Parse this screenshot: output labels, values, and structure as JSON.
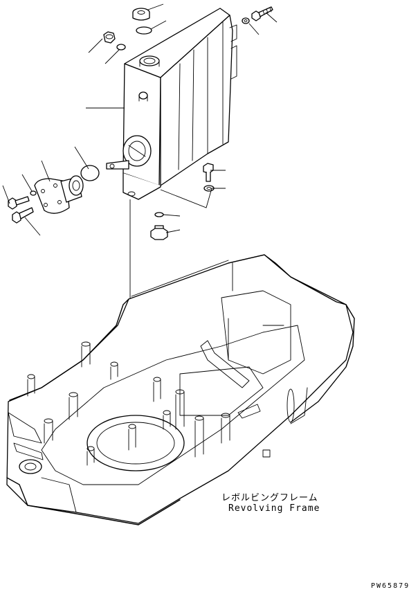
{
  "diagram": {
    "caption_jp": "レボルビングフレーム",
    "caption_en": "Revolving Frame",
    "drawing_number": "PW65879"
  },
  "colors": {
    "line": "#000000",
    "background": "#ffffff"
  },
  "parts": [
    "tank-cap-icon",
    "cap-gasket-icon",
    "filler-plug-icon",
    "o-ring-icon",
    "hydraulic-tank-icon",
    "bolt-icon",
    "washer-icon",
    "sight-gauge-icon",
    "flange-cover-icon",
    "drain-plug-icon",
    "revolving-frame-icon"
  ]
}
